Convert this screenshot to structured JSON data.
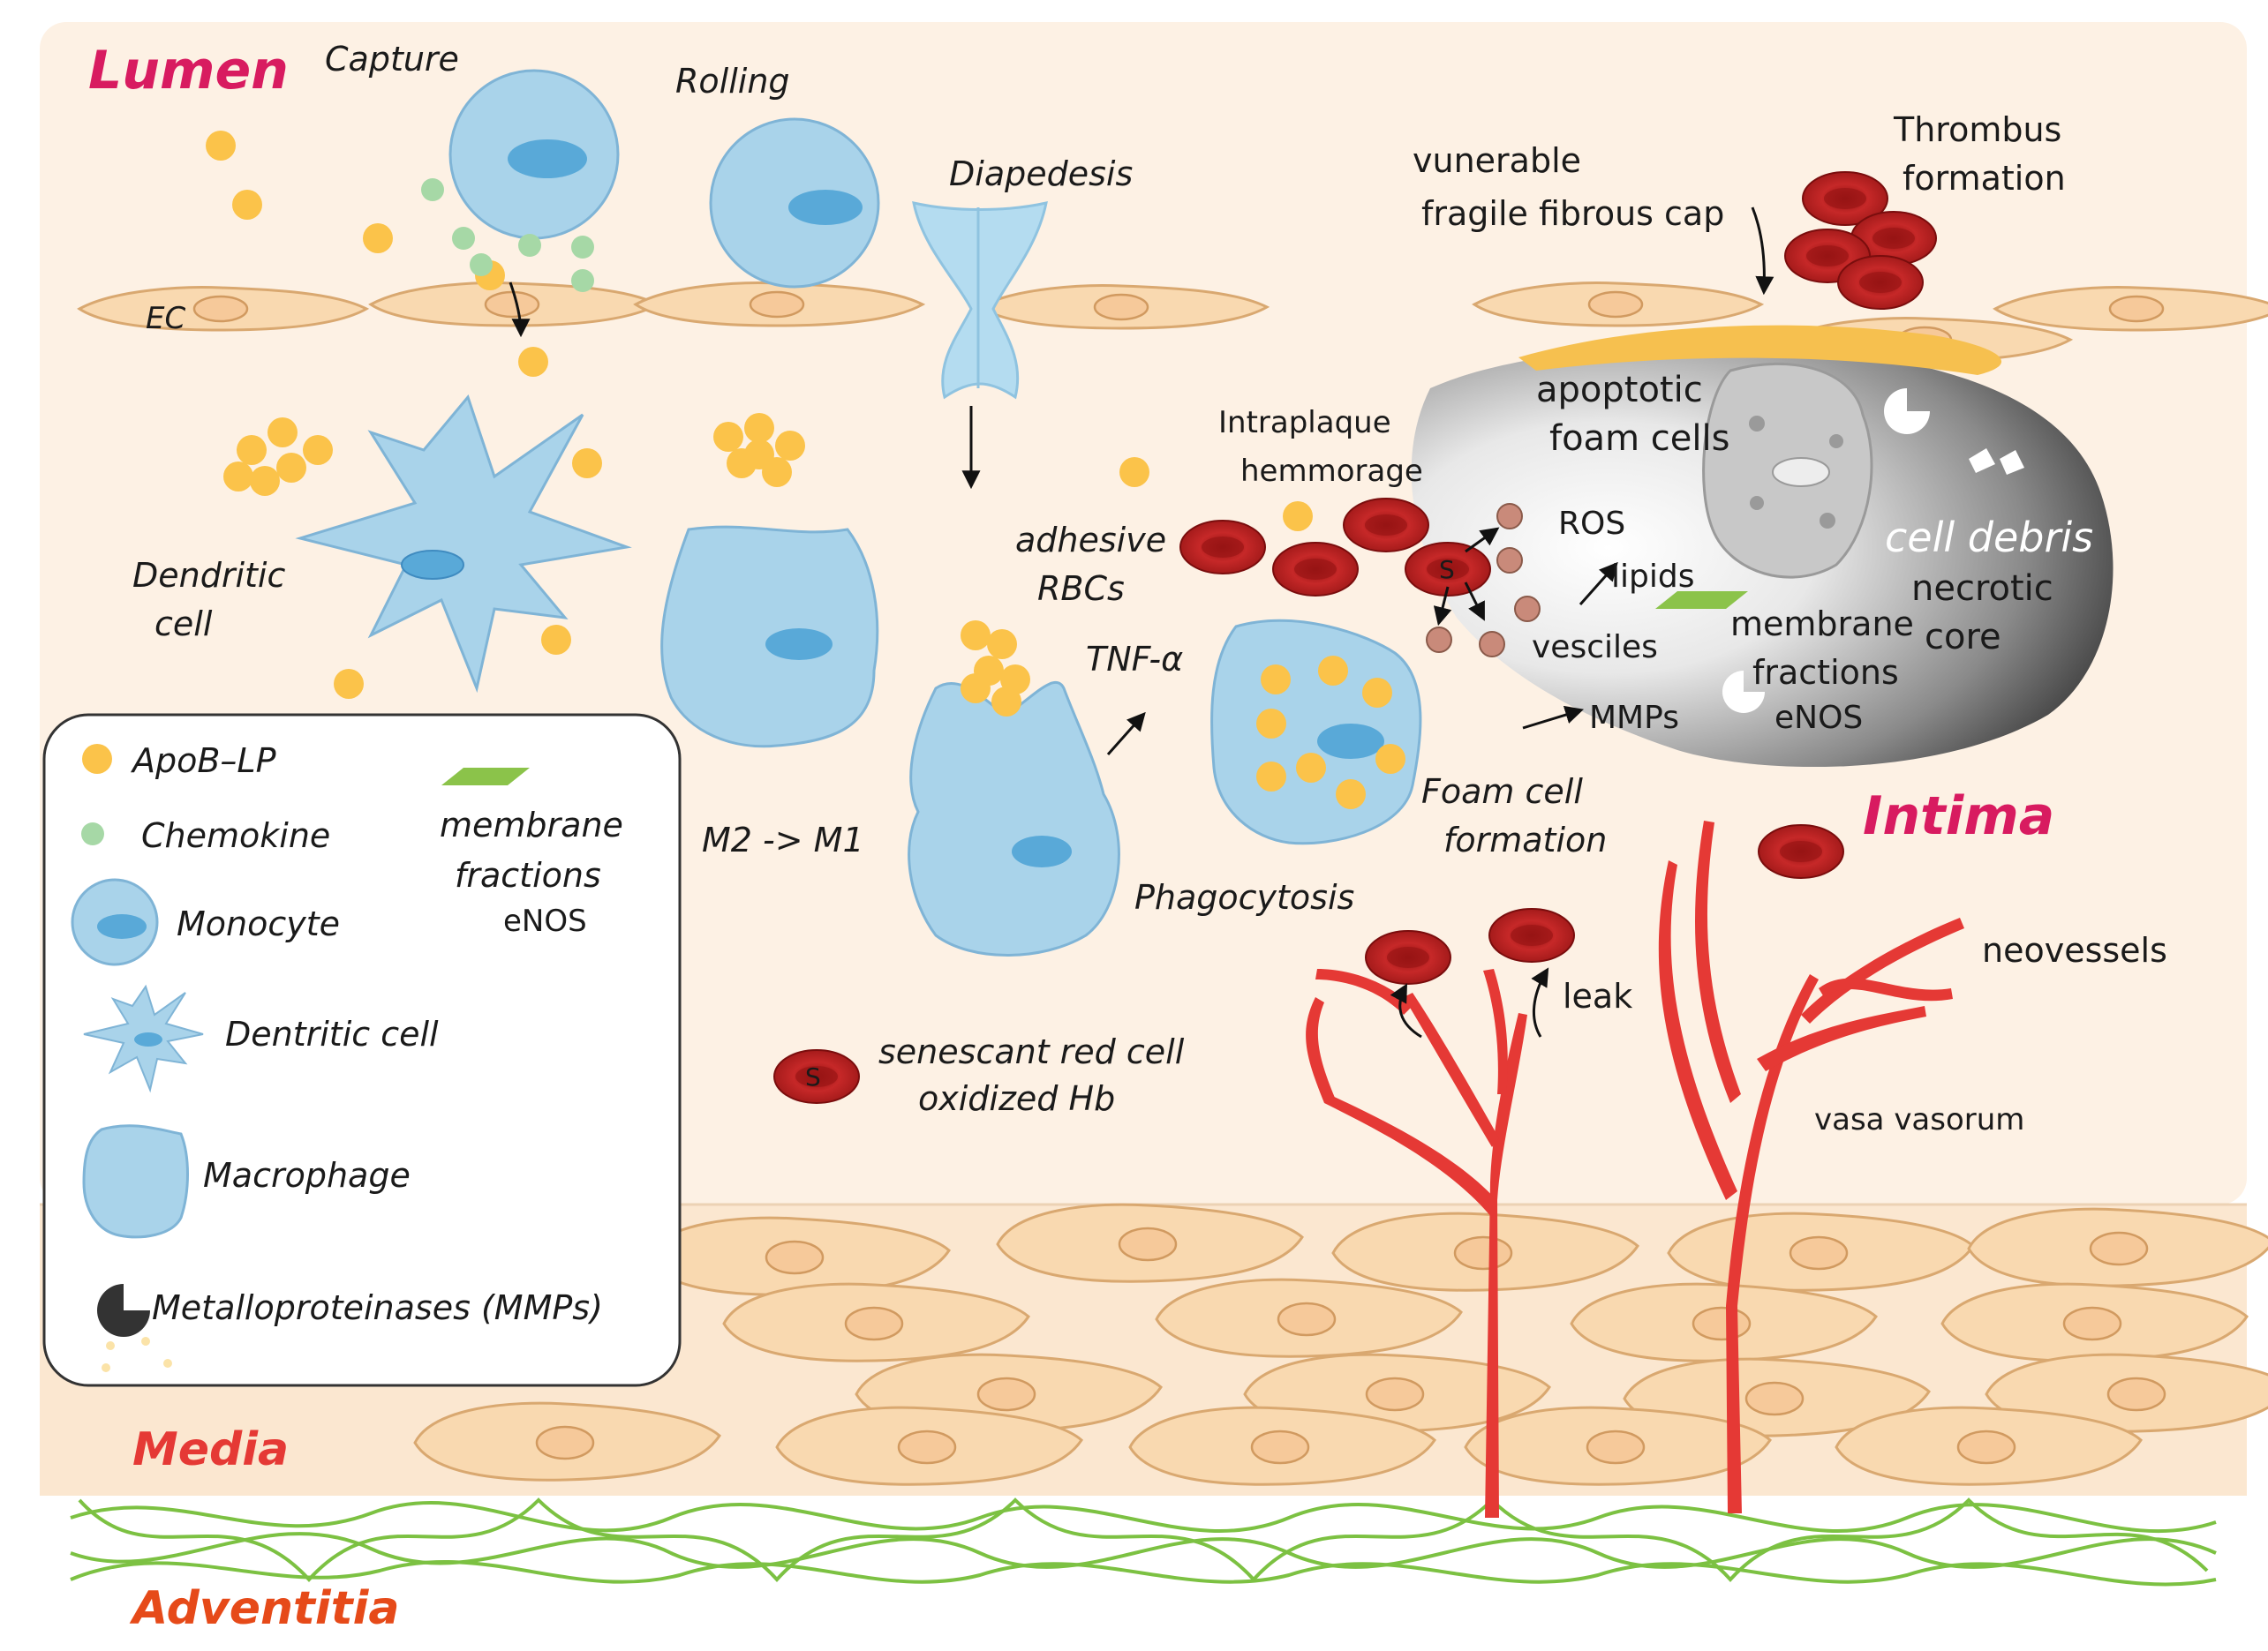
{
  "layers": {
    "lumen": "Lumen",
    "intima": "Intima",
    "media": "Media",
    "adventitia": "Adventitia"
  },
  "labels": {
    "capture": "Capture",
    "rolling": "Rolling",
    "diapedesis": "Diapedesis",
    "ec": "EC",
    "dendritic_cell_1": "Dendritic",
    "dendritic_cell_2": "cell",
    "m2_m1": "M2 -> M1",
    "tnf": "TNF-α",
    "phagocytosis": "Phagocytosis",
    "foam_cell_1": "Foam cell",
    "foam_cell_2": "formation",
    "adhesive_1": "adhesive",
    "adhesive_2": "RBCs",
    "intraplaque_1": "Intraplaque",
    "intraplaque_2": "hemmorage",
    "ros": "ROS",
    "lipids": "lipids",
    "vesciles": "vesciles",
    "mmps": "MMPs",
    "membrane_1": "membrane",
    "membrane_2": "fractions",
    "membrane_3": "eNOS",
    "apoptotic_1": "apoptotic",
    "apoptotic_2": "foam cells",
    "cell_debris": "cell debris",
    "necrotic_1": "necrotic",
    "necrotic_2": "core",
    "vulnerable_1": "vunerable",
    "vulnerable_2": "fragile fibrous cap",
    "thrombus_1": "Thrombus",
    "thrombus_2": "formation",
    "leak": "leak",
    "neovessels": "neovessels",
    "vasa_vasorum": "vasa vasorum",
    "senescent_1": "senescant red cell",
    "senescent_2": "oxidized Hb",
    "s_mark": "S"
  },
  "legend": {
    "apob": "ApoB–LP",
    "chemokine": "Chemokine",
    "membrane_1": "membrane",
    "membrane_2": "fractions",
    "membrane_3": "eNOS",
    "monocyte": "Monocyte",
    "dendritic": "Dentritic cell",
    "macrophage": "Macrophage",
    "mmps": "Metalloproteinases (MMPs)"
  },
  "colors": {
    "lumen_bg": "#fdf1e4",
    "media_bg": "#fbe3c8",
    "cell_fill": "#f9d9b0",
    "cell_stroke": "#d9a870",
    "immune_fill": "#a9d3ea",
    "immune_stroke": "#7fb4d6",
    "nucleus": "#59a9d8",
    "apob": "#fbc34a",
    "chemokine": "#9fd39f",
    "rbc": "#c62828",
    "vessel": "#e53935",
    "adventitia": "#7cc142",
    "membrane": "#8bc34a",
    "fibrous_cap": "#f6c04f"
  }
}
